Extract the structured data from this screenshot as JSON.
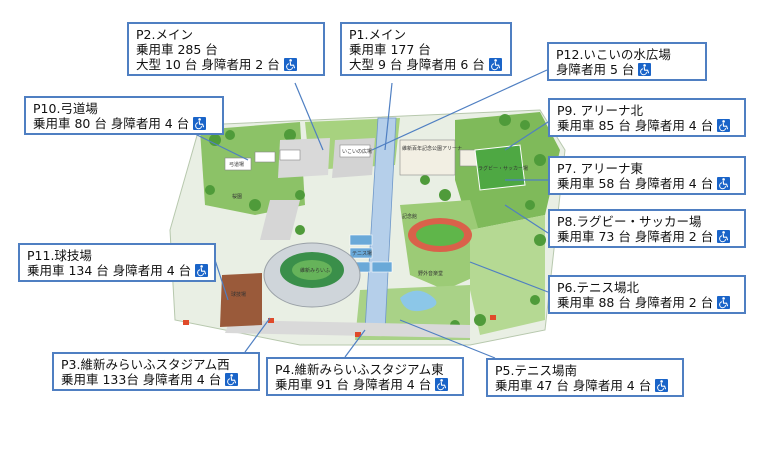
{
  "accent_color": "#4f7fc2",
  "wheelchair_icon_color": "#1a64c8",
  "icons": {
    "wheelchair": "wheelchair-accessible-icon"
  },
  "parking_areas": [
    {
      "id": "p1",
      "name": "P1.メイン",
      "lines": [
        "乗用車 177 台",
        "大型 9 台  身障者用 6 台"
      ],
      "accessible": true
    },
    {
      "id": "p2",
      "name": "P2.メイン",
      "lines": [
        "乗用車 285 台",
        "大型 10 台  身障者用 2 台"
      ],
      "accessible": true
    },
    {
      "id": "p3",
      "name": "P3.維新みらいふスタジアム西",
      "lines": [
        "乗用車 133台  身障者用 4 台"
      ],
      "accessible": true
    },
    {
      "id": "p4",
      "name": "P4.維新みらいふスタジアム東",
      "lines": [
        "乗用車 91 台  身障者用 4 台"
      ],
      "accessible": true
    },
    {
      "id": "p5",
      "name": "P5.テニス場南",
      "lines": [
        "乗用車 47 台  身障者用 4 台"
      ],
      "accessible": true
    },
    {
      "id": "p6",
      "name": "P6.テニス場北",
      "lines": [
        "乗用車 88 台  身障者用 2 台"
      ],
      "accessible": true
    },
    {
      "id": "p7",
      "name": "P7. アリーナ東",
      "lines": [
        "乗用車 58 台  身障者用 4 台"
      ],
      "accessible": true
    },
    {
      "id": "p8",
      "name": "P8.ラグビー・サッカー場",
      "lines": [
        "乗用車 73 台  身障者用 2 台"
      ],
      "accessible": true
    },
    {
      "id": "p9",
      "name": "P9. アリーナ北",
      "lines": [
        "乗用車 85 台  身障者用 4 台"
      ],
      "accessible": true
    },
    {
      "id": "p10",
      "name": "P10.弓道場",
      "lines": [
        "乗用車 80 台  身障者用 4 台"
      ],
      "accessible": true
    },
    {
      "id": "p11",
      "name": "P11.球技場",
      "lines": [
        "乗用車 134 台  身障者用 4 台"
      ],
      "accessible": true
    },
    {
      "id": "p12",
      "name": "P12.いこいの水広場",
      "lines": [
        "身障者用 5 台"
      ],
      "accessible": true
    }
  ],
  "map_labels": {
    "kyudojo": "弓道場",
    "sakura": "桜園",
    "kyugijo": "球技場",
    "tennis": "テニス場",
    "stadium": "維新みらいふ",
    "arena": "維新百年記念公園アリーナ",
    "rugby": "ラグビー・サッカー場",
    "ikoi": "いこいの広場",
    "kinenkan": "記念館",
    "yasei": "野外音楽堂"
  }
}
